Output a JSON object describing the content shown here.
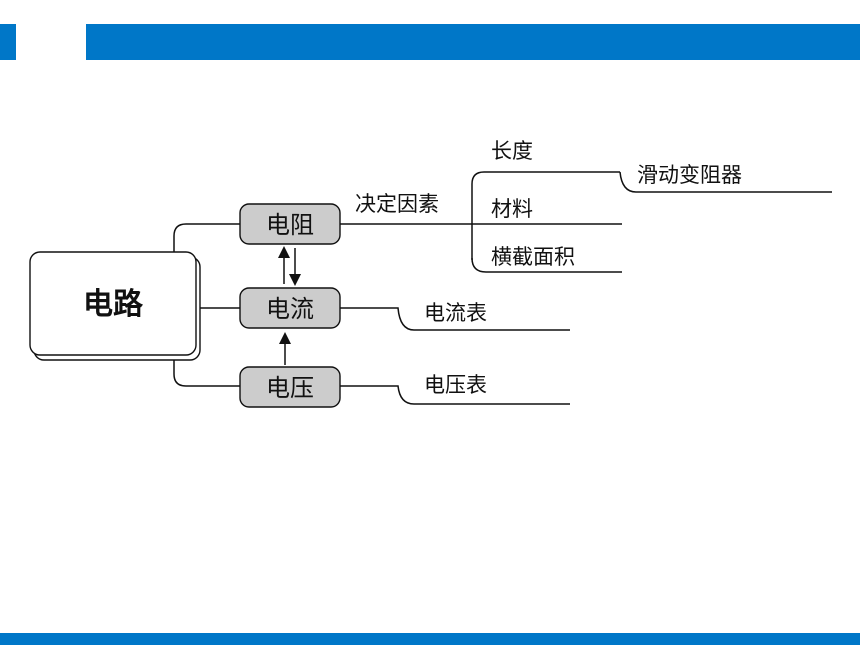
{
  "colors": {
    "accent_bar": "#0077c8",
    "node_fill": "#cccccc",
    "line": "#111111"
  },
  "root": {
    "label": "电路"
  },
  "nodes": {
    "resistance": {
      "label": "电阻"
    },
    "current": {
      "label": "电流"
    },
    "voltage": {
      "label": "电压"
    }
  },
  "resistance_branch": {
    "label": "决定因素",
    "factors": [
      {
        "label": "长度"
      },
      {
        "label": "材料"
      },
      {
        "label": "横截面积"
      }
    ],
    "length_leaf": {
      "label": "滑动变阻器"
    }
  },
  "current_branch": {
    "label": "电流表"
  },
  "voltage_branch": {
    "label": "电压表"
  }
}
